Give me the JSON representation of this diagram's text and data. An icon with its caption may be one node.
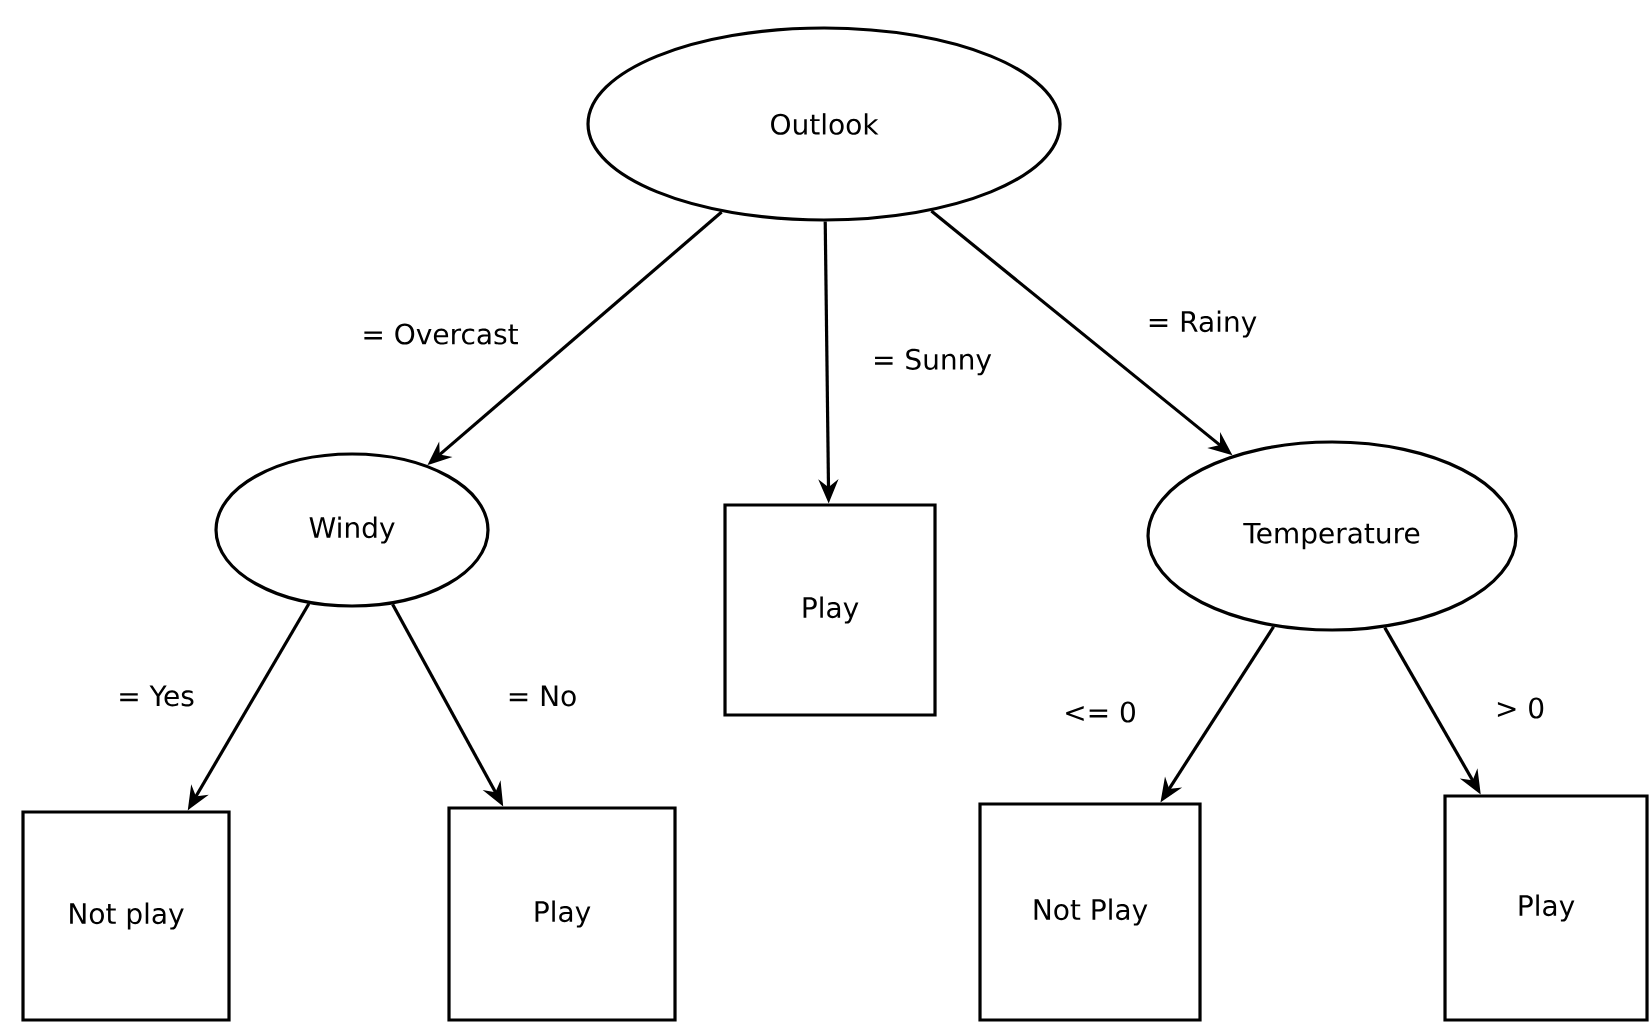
{
  "diagram": {
    "nodes": [
      {
        "text": [
          "Outlook"
        ]
      },
      {
        "text": [
          "Windy"
        ]
      },
      {
        "text": [
          "Play"
        ]
      },
      {
        "text": [
          "Temperature"
        ]
      },
      {
        "text": [
          "Not play"
        ]
      },
      {
        "text": [
          "Play"
        ]
      },
      {
        "text": [
          "Not Play"
        ]
      },
      {
        "text": [
          "Play"
        ]
      }
    ],
    "edges": [
      {
        "from": 0,
        "to": 1,
        "arrow": "to",
        "label": "= Overcast"
      },
      {
        "from": 0,
        "to": 2,
        "arrow": "to",
        "label": "= Sunny"
      },
      {
        "from": 0,
        "to": 3,
        "arrow": "to",
        "label": "= Rainy"
      },
      {
        "from": 1,
        "to": 4,
        "arrow": "to",
        "label": "= Yes"
      },
      {
        "from": 1,
        "to": 5,
        "arrow": "to",
        "label": "= No"
      },
      {
        "from": 3,
        "to": 6,
        "arrow": "to",
        "label": "<= 0"
      },
      {
        "from": 3,
        "to": 7,
        "arrow": "to",
        "label": "> 0"
      }
    ]
  }
}
